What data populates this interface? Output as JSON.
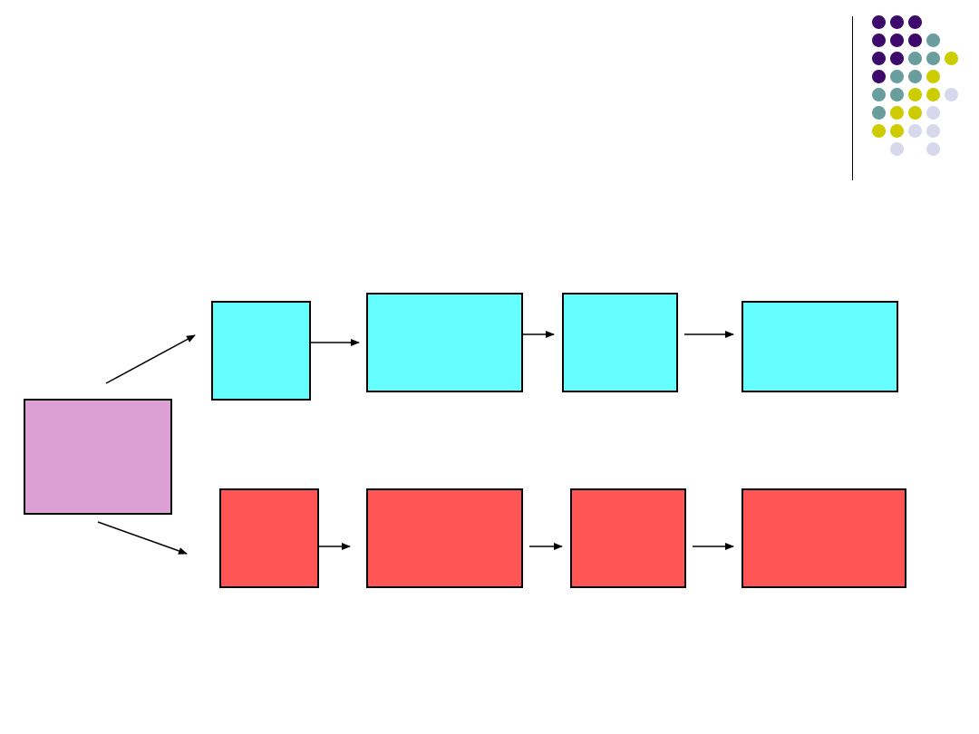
{
  "slide": {
    "background": "#ffffff"
  },
  "colors": {
    "source_box": "#dda0d4",
    "top_row": "#66ffff",
    "bottom_row": "#ff5555",
    "dot_purple": "#3d0a6b",
    "dot_teal": "#6a9e9e",
    "dot_yellow": "#cccc00",
    "dot_lavender": "#d8d8ec"
  },
  "decoration": {
    "dot_grid": [
      [
        "purple",
        "purple",
        "purple",
        null,
        null
      ],
      [
        "purple",
        "purple",
        "purple",
        "teal",
        null
      ],
      [
        "purple",
        "purple",
        "teal",
        "teal",
        "yellow"
      ],
      [
        "purple",
        "teal",
        "teal",
        "yellow",
        null
      ],
      [
        "teal",
        "teal",
        "yellow",
        "yellow",
        "lavender"
      ],
      [
        "teal",
        "yellow",
        "yellow",
        "lavender",
        null
      ],
      [
        "yellow",
        "yellow",
        "lavender",
        "lavender",
        null
      ],
      [
        null,
        "lavender",
        null,
        "lavender",
        null
      ]
    ]
  },
  "diagram": {
    "source": {
      "text": ""
    },
    "top_row": [
      {
        "text": ""
      },
      {
        "text": ""
      },
      {
        "text": ""
      },
      {
        "text": ""
      }
    ],
    "bottom_row": [
      {
        "text": ""
      },
      {
        "text": ""
      },
      {
        "text": ""
      },
      {
        "text": ""
      }
    ]
  }
}
